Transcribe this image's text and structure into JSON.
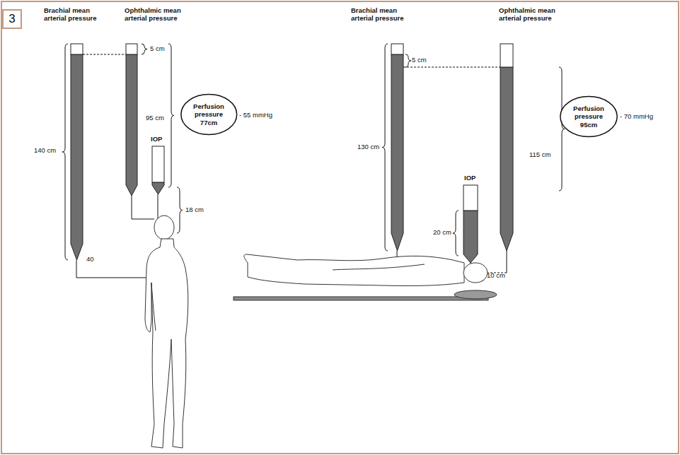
{
  "diagram": {
    "nodes": [
      {
        "text": [
          "3"
        ]
      },
      {
        "text": [
          "Perfusion pressure 77cm"
        ]
      },
      {
        "text": [
          "Perfusion pressure 95cm"
        ]
      }
    ],
    "labels": [
      "Brachial mean arterial pressure",
      "Ophthalmic mean arterial pressure",
      "5 cm",
      "95 cm",
      "140 cm",
      "IOP",
      "18 cm",
      "40",
      "- 55 mmHg",
      "Brachial mean arterial pressure",
      "Ophthalmic mean arterial pressure",
      "5 cm",
      "130 cm",
      "- 70 mmHg",
      "115 cm",
      "IOP",
      "20 cm",
      "10 cm"
    ]
  }
}
